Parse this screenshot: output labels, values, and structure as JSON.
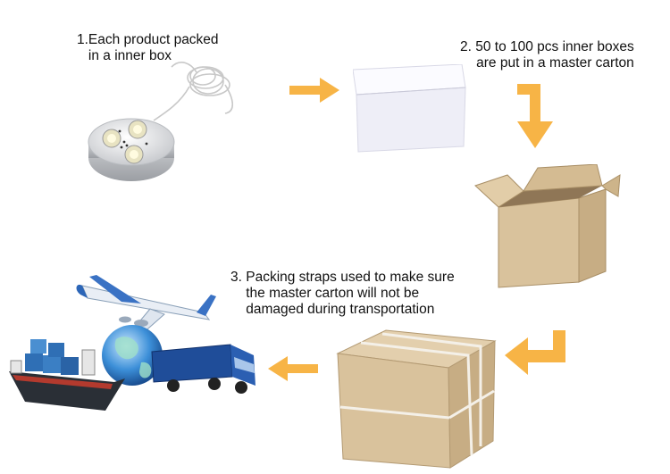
{
  "steps": {
    "step1": "1.Each product packed\n   in a inner box",
    "step2": "2. 50 to 100 pcs inner boxes\nare put in a master carton",
    "step3": "3. Packing straps used to make sure\n    the master carton will not be\n    damaged during transportation"
  },
  "colors": {
    "arrow": "#f7b446",
    "carton": "#d9c29c",
    "carton_dark": "#bfa57d",
    "inner_box": "#f3f3fb"
  },
  "images": [
    "led-puck-light",
    "white-inner-box",
    "open-master-carton",
    "strapped-master-carton",
    "transport-plane-globe-ship-truck"
  ]
}
